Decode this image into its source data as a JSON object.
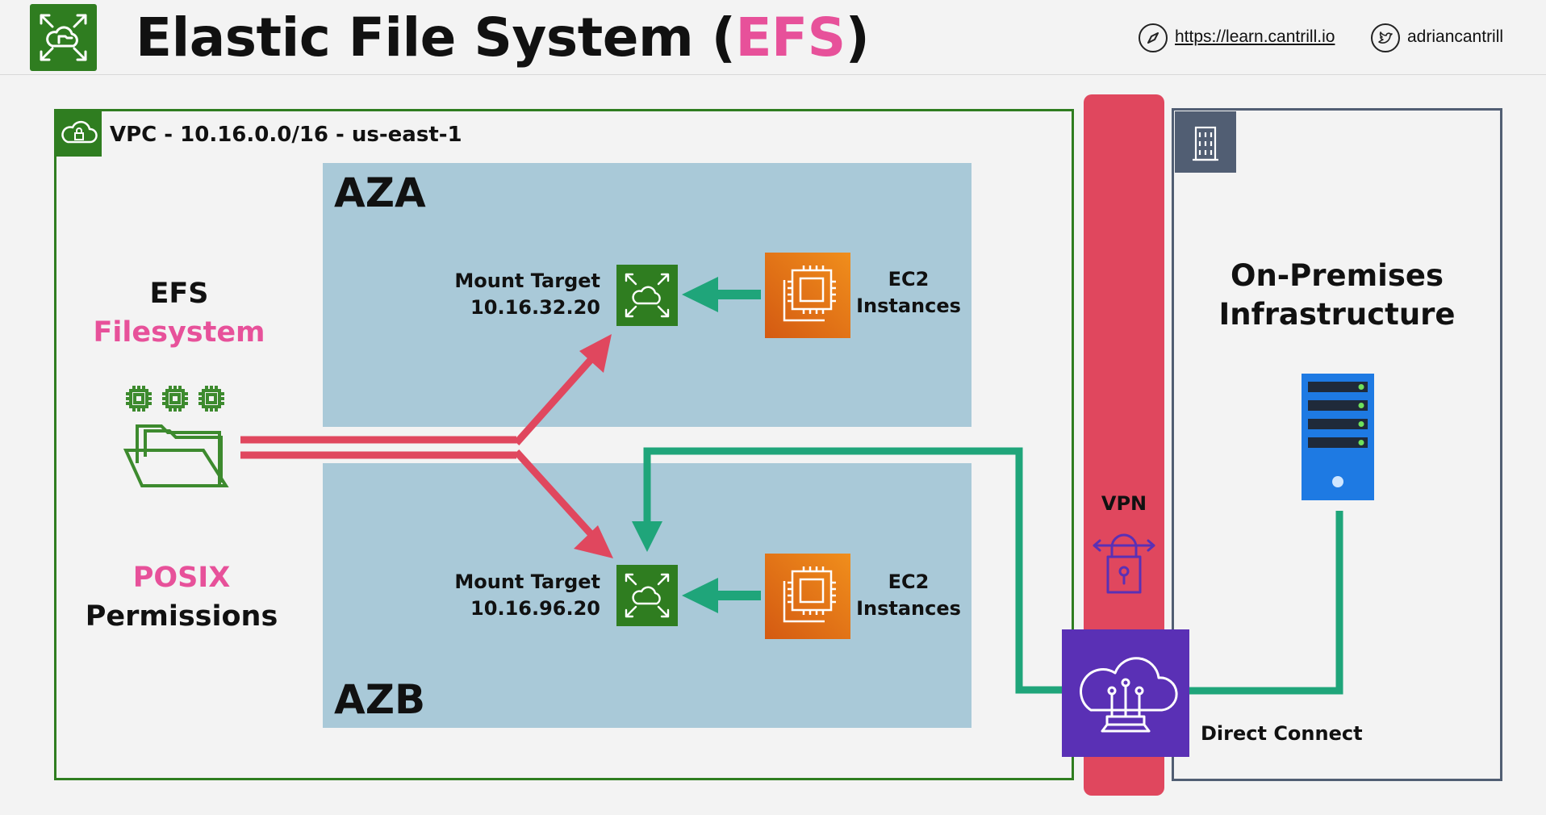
{
  "header": {
    "title_prefix": "Elastic File System (",
    "title_accent": "EFS",
    "title_suffix": ")",
    "website": "https://learn.cantrill.io",
    "twitter": "adriancantrill"
  },
  "vpc": {
    "label": "VPC - 10.16.0.0/16 - us-east-1"
  },
  "efs": {
    "line1": "EFS",
    "line2": "Filesystem"
  },
  "posix": {
    "line1": "POSIX",
    "line2": "Permissions"
  },
  "az_a": {
    "label": "AZA",
    "mount_target_label": "Mount Target",
    "mount_target_ip": "10.16.32.20",
    "ec2_line1": "EC2",
    "ec2_line2": "Instances"
  },
  "az_b": {
    "label": "AZB",
    "mount_target_label": "Mount Target",
    "mount_target_ip": "10.16.96.20",
    "ec2_line1": "EC2",
    "ec2_line2": "Instances"
  },
  "vpn": {
    "label": "VPN"
  },
  "direct_connect": {
    "label": "Direct Connect"
  },
  "on_premises": {
    "line1": "On-Premises",
    "line2": "Infrastructure"
  },
  "colors": {
    "vpc_green": "#2f7d20",
    "az_blue": "#a9c9d8",
    "arrow_red": "#e0475e",
    "arrow_green": "#1fa57a",
    "accent_pink": "#e7519a",
    "dc_purple": "#5a30b5",
    "ec2_orange": "#e8761a",
    "onprem_slate": "#515e73",
    "server_blue": "#1e7ae3"
  },
  "icons": {
    "logo": "efs-icon",
    "vpc": "vpc-cloud-lock-icon",
    "onprem": "building-icon",
    "mount_target": "efs-mount-target-icon",
    "ec2": "ec2-chip-icon",
    "filesystem": "folder-chips-icon",
    "vpn": "padlock-icon",
    "direct_connect": "cloud-circuit-icon",
    "server": "server-icon",
    "website": "compass-icon",
    "twitter": "twitter-bird-icon"
  }
}
